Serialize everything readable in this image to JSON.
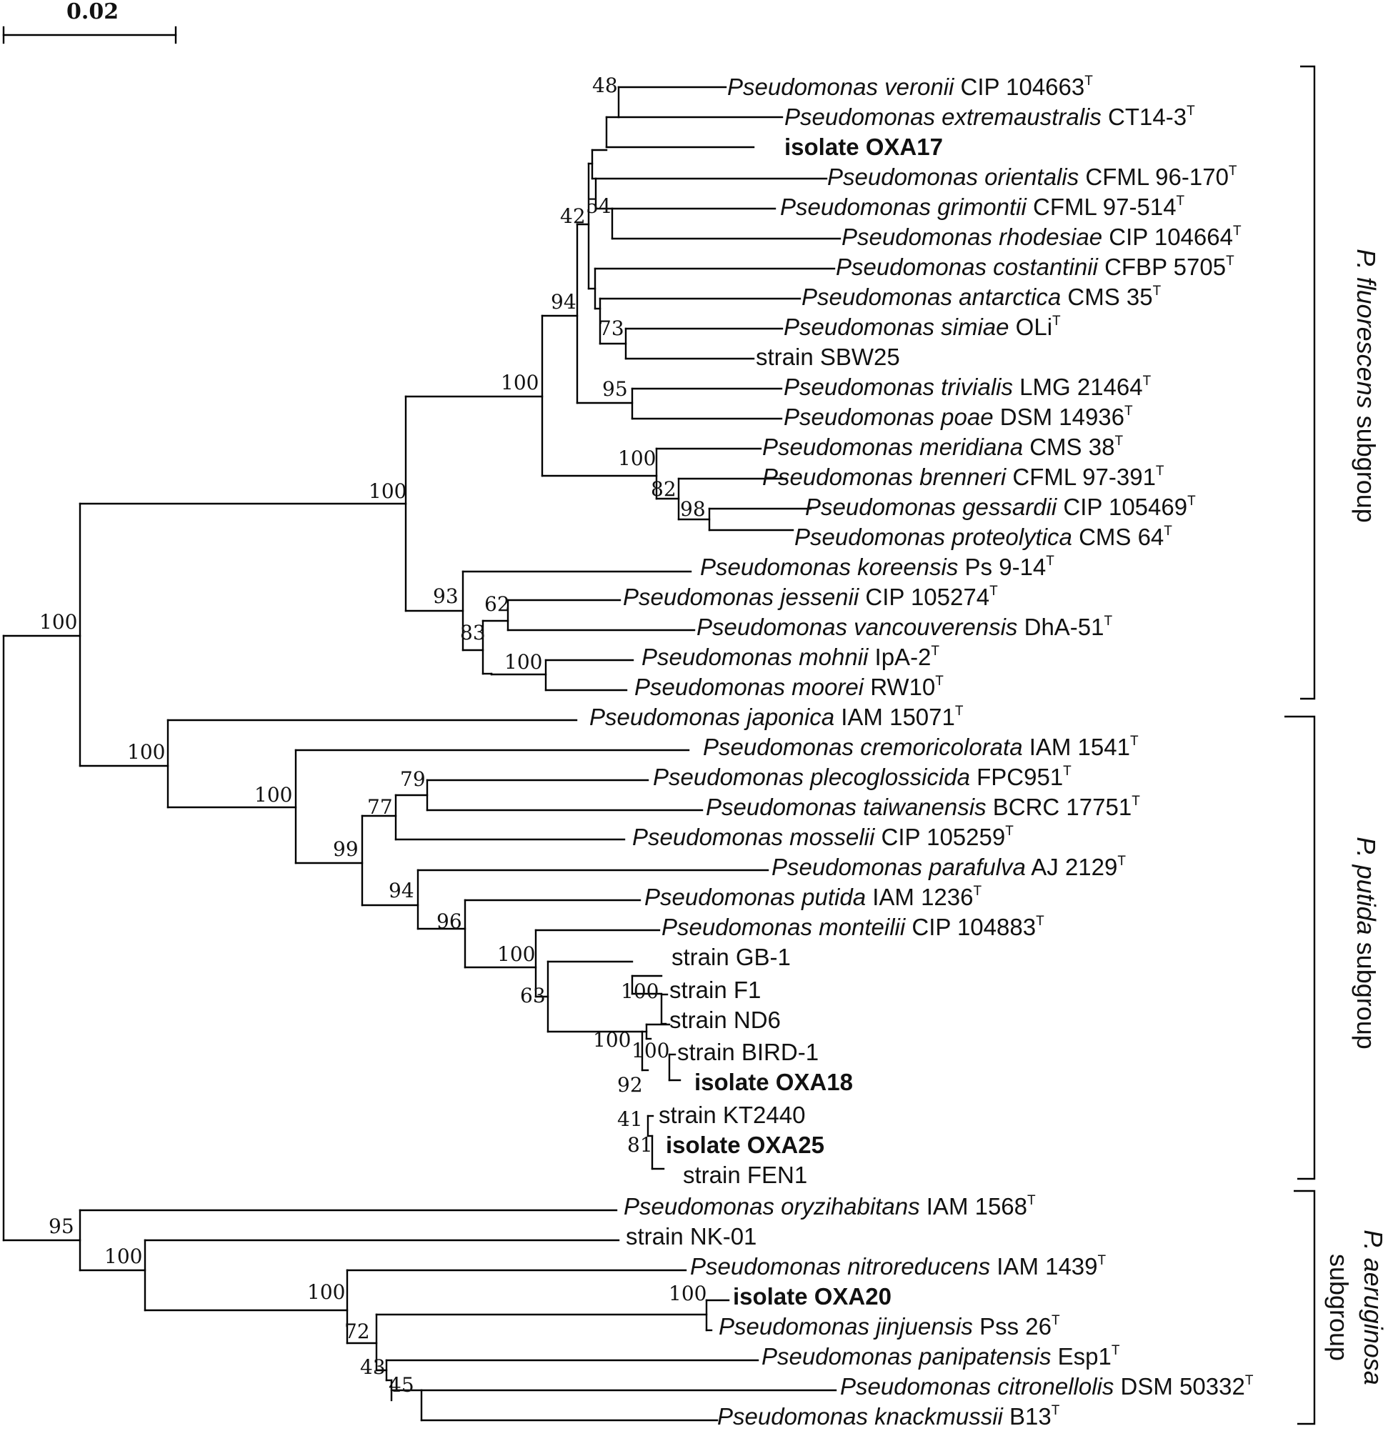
{
  "scale_bar": {
    "label": "0.02"
  },
  "taxa": {
    "veronii": {
      "genus_species": "Pseudomonas veronii",
      "strain": "CIP 104663",
      "sup": "T"
    },
    "extremaustralis": {
      "genus_species": "Pseudomonas extremaustralis",
      "strain": "CT14-3",
      "sup": "T"
    },
    "oxa17": {
      "name": "isolate OXA17"
    },
    "orientalis": {
      "genus_species": "Pseudomonas orientalis",
      "strain": "CFML 96-170",
      "sup": "T"
    },
    "grimontii": {
      "genus_species": "Pseudomonas grimontii",
      "strain": "CFML 97-514",
      "sup": "T"
    },
    "rhodesiae": {
      "genus_species": "Pseudomonas rhodesiae",
      "strain": "CIP 104664",
      "sup": "T"
    },
    "costantinii": {
      "genus_species": "Pseudomonas costantinii",
      "strain": "CFBP 5705",
      "sup": "T"
    },
    "antarctica": {
      "genus_species": "Pseudomonas antarctica",
      "strain": "CMS 35",
      "sup": "T"
    },
    "simiae": {
      "genus_species": "Pseudomonas simiae",
      "strain": "OLi",
      "sup": "T"
    },
    "sbw25": {
      "name": "strain SBW25"
    },
    "trivialis": {
      "genus_species": "Pseudomonas trivialis",
      "strain": "LMG 21464",
      "sup": "T"
    },
    "poae": {
      "genus_species": "Pseudomonas poae",
      "strain": "DSM 14936",
      "sup": "T"
    },
    "meridiana": {
      "genus_species": "Pseudomonas meridiana",
      "strain": "CMS 38",
      "sup": "T"
    },
    "brenneri": {
      "genus_species": "Pseudomonas brenneri",
      "strain": "CFML 97-391",
      "sup": "T"
    },
    "gessardii": {
      "genus_species": "Pseudomonas gessardii",
      "strain": "CIP 105469",
      "sup": "T"
    },
    "proteolytica": {
      "genus_species": "Pseudomonas proteolytica",
      "strain": "CMS 64",
      "sup": "T"
    },
    "koreensis": {
      "genus_species": "Pseudomonas koreensis",
      "strain": "Ps 9-14",
      "sup": "T"
    },
    "jessenii": {
      "genus_species": "Pseudomonas jessenii",
      "strain": "CIP 105274",
      "sup": "T"
    },
    "vancouverensis": {
      "genus_species": "Pseudomonas vancouverensis",
      "strain": "DhA-51",
      "sup": "T"
    },
    "mohnii": {
      "genus_species": "Pseudomonas mohnii",
      "strain": "IpA-2",
      "sup": "T"
    },
    "moorei": {
      "genus_species": "Pseudomonas moorei",
      "strain": "RW10",
      "sup": "T"
    },
    "japonica": {
      "genus_species": "Pseudomonas japonica",
      "strain": "IAM 15071",
      "sup": "T"
    },
    "cremoricolorata": {
      "genus_species": "Pseudomonas cremoricolorata",
      "strain": "IAM 1541",
      "sup": "T"
    },
    "plecoglossicida": {
      "genus_species": "Pseudomonas plecoglossicida",
      "strain": "FPC951",
      "sup": "T"
    },
    "taiwanensis": {
      "genus_species": "Pseudomonas taiwanensis",
      "strain": "BCRC 17751",
      "sup": "T"
    },
    "mosselii": {
      "genus_species": "Pseudomonas mosselii",
      "strain": "CIP 105259",
      "sup": "T"
    },
    "parafulva": {
      "genus_species": "Pseudomonas parafulva",
      "strain": "AJ 2129",
      "sup": "T"
    },
    "putida": {
      "genus_species": "Pseudomonas putida",
      "strain": "IAM 1236",
      "sup": "T"
    },
    "monteilii": {
      "genus_species": "Pseudomonas monteilii",
      "strain": "CIP 104883",
      "sup": "T"
    },
    "gb1": {
      "name": "strain GB-1"
    },
    "f1": {
      "name": "strain F1"
    },
    "nd6": {
      "name": "strain ND6"
    },
    "bird1": {
      "name": "strain BIRD-1"
    },
    "oxa18": {
      "name": "isolate OXA18"
    },
    "kt2440": {
      "name": "strain KT2440"
    },
    "oxa25": {
      "name": "isolate OXA25"
    },
    "fen1": {
      "name": "strain FEN1"
    },
    "oryzihabitans": {
      "genus_species": "Pseudomonas oryzihabitans",
      "strain": "IAM 1568",
      "sup": "T"
    },
    "nk01": {
      "name": "strain NK-01"
    },
    "nitroreducens": {
      "genus_species": "Pseudomonas nitroreducens",
      "strain": "IAM 1439",
      "sup": "T"
    },
    "oxa20": {
      "name": "isolate OXA20"
    },
    "jinjuensis": {
      "genus_species": "Pseudomonas jinjuensis",
      "strain": "Pss 26",
      "sup": "T"
    },
    "panipatensis": {
      "genus_species": "Pseudomonas panipatensis",
      "strain": "Esp1",
      "sup": "T"
    },
    "citronellolis": {
      "genus_species": "Pseudomonas citronellolis",
      "strain": "DSM 50332",
      "sup": "T"
    },
    "knackmussii": {
      "genus_species": "Pseudomonas knackmussii",
      "strain": "B13",
      "sup": "T"
    }
  },
  "bootstrap": {
    "n48": "48",
    "n42": "42",
    "n54": "54",
    "n94": "94",
    "n73": "73",
    "n100a": "100",
    "n95a": "95",
    "n100b": "100",
    "n82": "82",
    "n98": "98",
    "n100c": "100",
    "n93": "93",
    "n62": "62",
    "n83": "83",
    "n100d": "100",
    "n100e": "100",
    "n100f": "100",
    "n100g": "100",
    "n79": "79",
    "n77": "77",
    "n99": "99",
    "n94b": "94",
    "n96": "96",
    "n100h": "100",
    "n63": "63",
    "n100i": "100",
    "n100j": "100",
    "n100k": "100",
    "n92": "92",
    "n41": "41",
    "n81": "81",
    "n95b": "95",
    "n100l": "100",
    "n100m": "100",
    "n100n": "100",
    "n72": "72",
    "n43": "43",
    "n45": "45"
  },
  "groups": {
    "fluorescens": {
      "italic": "P. fluorescens",
      "rest": " subgroup"
    },
    "putida": {
      "italic": "P. putida",
      "rest": " subgroup"
    },
    "aeruginosa": {
      "italic": "P. aeruginosa",
      "rest": "subgroup"
    }
  }
}
